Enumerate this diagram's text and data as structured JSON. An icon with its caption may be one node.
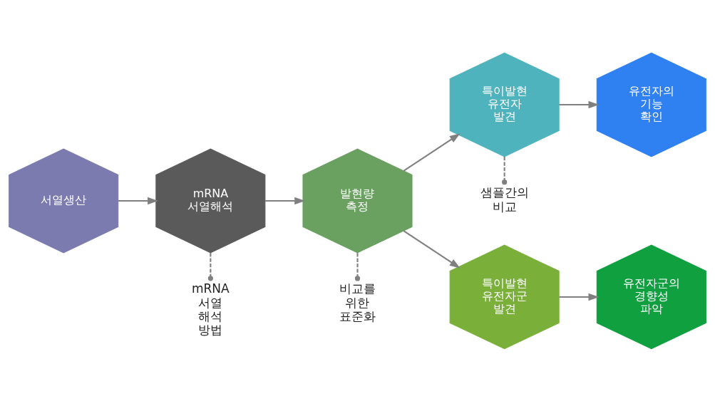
{
  "diagram": {
    "nodes": [
      {
        "text": [
          "서열생산"
        ]
      },
      {
        "text": [
          "mRNA 서열해석"
        ]
      },
      {
        "text": [
          "발현량 측정"
        ]
      },
      {
        "text": [
          "특이발현 유전자 발견"
        ]
      },
      {
        "text": [
          "유전자의 기능 확인"
        ]
      },
      {
        "text": [
          "특이발현 유전자군 발견"
        ]
      },
      {
        "text": [
          "유전자군의 경향성 파악"
        ]
      },
      {
        "text": [
          "샘플간의 비교"
        ]
      },
      {
        "text": [
          "mRNA 서열 해석 방법"
        ]
      },
      {
        "text": [
          "비교를 위한 표준화"
        ]
      }
    ],
    "edges": [
      {
        "from": 0,
        "to": 1,
        "arrow": "to"
      },
      {
        "from": 1,
        "to": 2,
        "arrow": "to"
      },
      {
        "from": 2,
        "to": 3,
        "arrow": "to"
      },
      {
        "from": 2,
        "to": 5,
        "arrow": "to"
      },
      {
        "from": 3,
        "to": 4,
        "arrow": "to"
      },
      {
        "from": 5,
        "to": 6,
        "arrow": "to"
      },
      {
        "from": 3,
        "to": 7,
        "arrow": "other",
        "style": "dashed"
      },
      {
        "from": 1,
        "to": 8,
        "arrow": "other",
        "style": "dashed"
      },
      {
        "from": 2,
        "to": 9,
        "arrow": "other",
        "style": "dashed"
      }
    ]
  }
}
